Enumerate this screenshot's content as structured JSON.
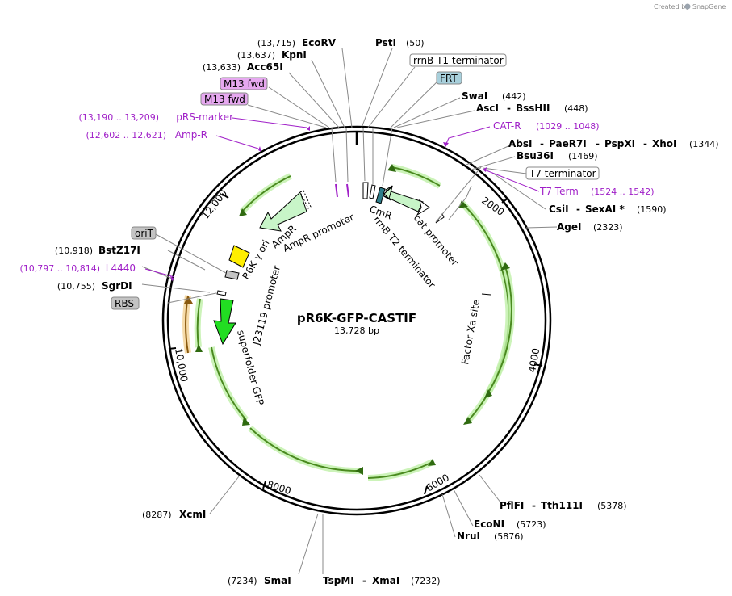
{
  "brand": {
    "created_by": "Created by",
    "name": "SnapGene"
  },
  "plasmid": {
    "name": "pR6K-GFP-CASTIF",
    "size": "13,728 bp"
  },
  "ticks": [
    "2000",
    "4000",
    "6000",
    "8000",
    "10,000",
    "12,000"
  ],
  "enzymes": {
    "ecorv": {
      "name": "EcoRV",
      "pos": "(13,715)"
    },
    "kpni": {
      "name": "KpnI",
      "pos": "(13,637)"
    },
    "acc65i": {
      "name": "Acc65I",
      "pos": "(13,633)"
    },
    "psti": {
      "name": "PstI",
      "pos": "(50)"
    },
    "swai": {
      "name": "SwaI",
      "pos": "(442)"
    },
    "asci": {
      "name": "AscI",
      "sep": "-",
      "name2": "BssHII",
      "pos": "(448)"
    },
    "absi": {
      "name": "AbsI",
      "name2": "PaeR7I",
      "name3": "PspXI",
      "name4": "XhoI",
      "sep": "-",
      "pos": "(1344)"
    },
    "bsu36i": {
      "name": "Bsu36I",
      "pos": "(1469)"
    },
    "csii": {
      "name": "CsiI",
      "sep": "-",
      "name2": "SexAI *",
      "pos": "(1590)"
    },
    "agei": {
      "name": "AgeI",
      "pos": "(2323)"
    },
    "pflfi": {
      "name": "PflFI",
      "sep": "-",
      "name2": "Tth111I",
      "pos": "(5378)"
    },
    "econi": {
      "name": "EcoNI",
      "pos": "(5723)"
    },
    "nrui": {
      "name": "NruI",
      "pos": "(5876)"
    },
    "tspmi": {
      "name": "TspMI",
      "sep": "-",
      "name2": "XmaI",
      "pos": "(7232)"
    },
    "smai": {
      "name": "SmaI",
      "pos": "(7234)"
    },
    "xcmi": {
      "name": "XcmI",
      "pos": "(8287)"
    },
    "sgrdi": {
      "name": "SgrDI",
      "pos": "(10,755)"
    },
    "bstz17i": {
      "name": "BstZ17I",
      "pos": "(10,918)"
    }
  },
  "primers": {
    "cat_r": {
      "name": "CAT-R",
      "pos": "(1029 .. 1048)"
    },
    "t7_term": {
      "name": "T7 Term",
      "pos": "(1524 .. 1542)"
    },
    "prs_marker": {
      "name": "pRS-marker",
      "pos": "(13,190 .. 13,209)"
    },
    "amp_r": {
      "name": "Amp-R",
      "pos": "(12,602 .. 12,621)"
    },
    "l4440": {
      "name": "L4440",
      "pos": "(10,797 .. 10,814)"
    }
  },
  "boxed": {
    "m13_a": "M13 fwd",
    "m13_b": "M13 fwd",
    "rrnb_t1": "rrnB T1 terminator",
    "frt": "FRT",
    "t7_terminator": "T7 terminator",
    "orit": "oriT",
    "rbs": "RBS"
  },
  "features": {
    "cmr": "CmR",
    "cat_promoter": "cat promoter",
    "rrnb_t2": "rrnB T2 terminator",
    "ampr": "AmpR",
    "ampr_promoter": "AmpR promoter",
    "r6k": "R6K γ ori",
    "j23119": "J23119 promoter",
    "sfgfp": "superfolder GFP",
    "factor_xa": "Factor Xa site"
  },
  "colors": {
    "primer": "#a020c8",
    "cds_green": "#c8f5c8",
    "gfp_green": "#22dd22",
    "ori_yellow": "#ffee00",
    "frt_blue": "#a8d0dc",
    "gray_box": "#c4c4c4",
    "m13_pink": "#e6a8f0",
    "glow_green": "#5fbf2a",
    "glow_orange": "#e8a838"
  }
}
